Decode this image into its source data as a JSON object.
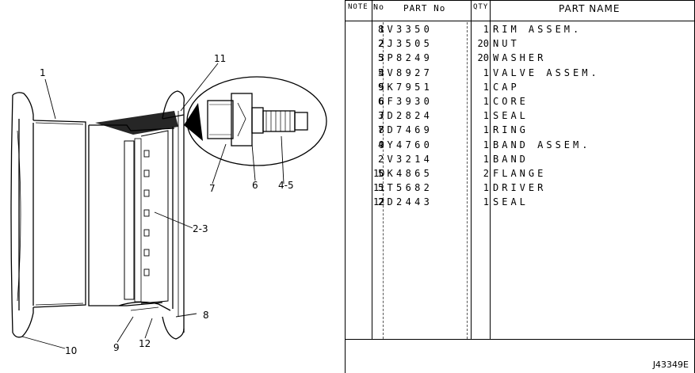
{
  "drawing": {
    "callouts": {
      "c1": "1",
      "c11": "11",
      "c7": "7",
      "c6": "6",
      "c45": "4-5",
      "c23": "2-3",
      "c8": "8",
      "c10": "10",
      "c9": "9",
      "c12": "12"
    }
  },
  "table": {
    "headers": {
      "note": "NOTE",
      "no": "No",
      "part_no": "PART No",
      "qty": "QTY",
      "part_name": "PART NAME"
    },
    "rows": [
      {
        "note": "1",
        "part": "8V3350",
        "qty": "1",
        "name": "RIM ASSEM."
      },
      {
        "note": "2",
        "part": "2J3505",
        "qty": "20",
        "name": "NUT"
      },
      {
        "note": "3",
        "part": "5P8249",
        "qty": "20",
        "name": "WASHER"
      },
      {
        "note": "4",
        "part": "5V8927",
        "qty": "1",
        "name": "VALVE ASSEM."
      },
      {
        "note": "5",
        "part": "9K7951",
        "qty": "1",
        "name": "CAP"
      },
      {
        "note": "6",
        "part": "6F3930",
        "qty": "1",
        "name": "CORE"
      },
      {
        "note": "7",
        "part": "3D2824",
        "qty": "1",
        "name": "SEAL"
      },
      {
        "note": "8",
        "part": "7D7469",
        "qty": "1",
        "name": "RING"
      },
      {
        "note": "9",
        "part": "4Y4760",
        "qty": "1",
        "name": "BAND ASSEM."
      },
      {
        "note": "",
        "part": "2V3214",
        "qty": "1",
        "name": "BAND"
      },
      {
        "note": "10",
        "part": "5K4865",
        "qty": "2",
        "name": "FLANGE"
      },
      {
        "note": "11",
        "part": "5T5682",
        "qty": "1",
        "name": "DRIVER"
      },
      {
        "note": "12",
        "part": "2D2443",
        "qty": "1",
        "name": "SEAL"
      }
    ],
    "drawing_number": "J43349E"
  }
}
